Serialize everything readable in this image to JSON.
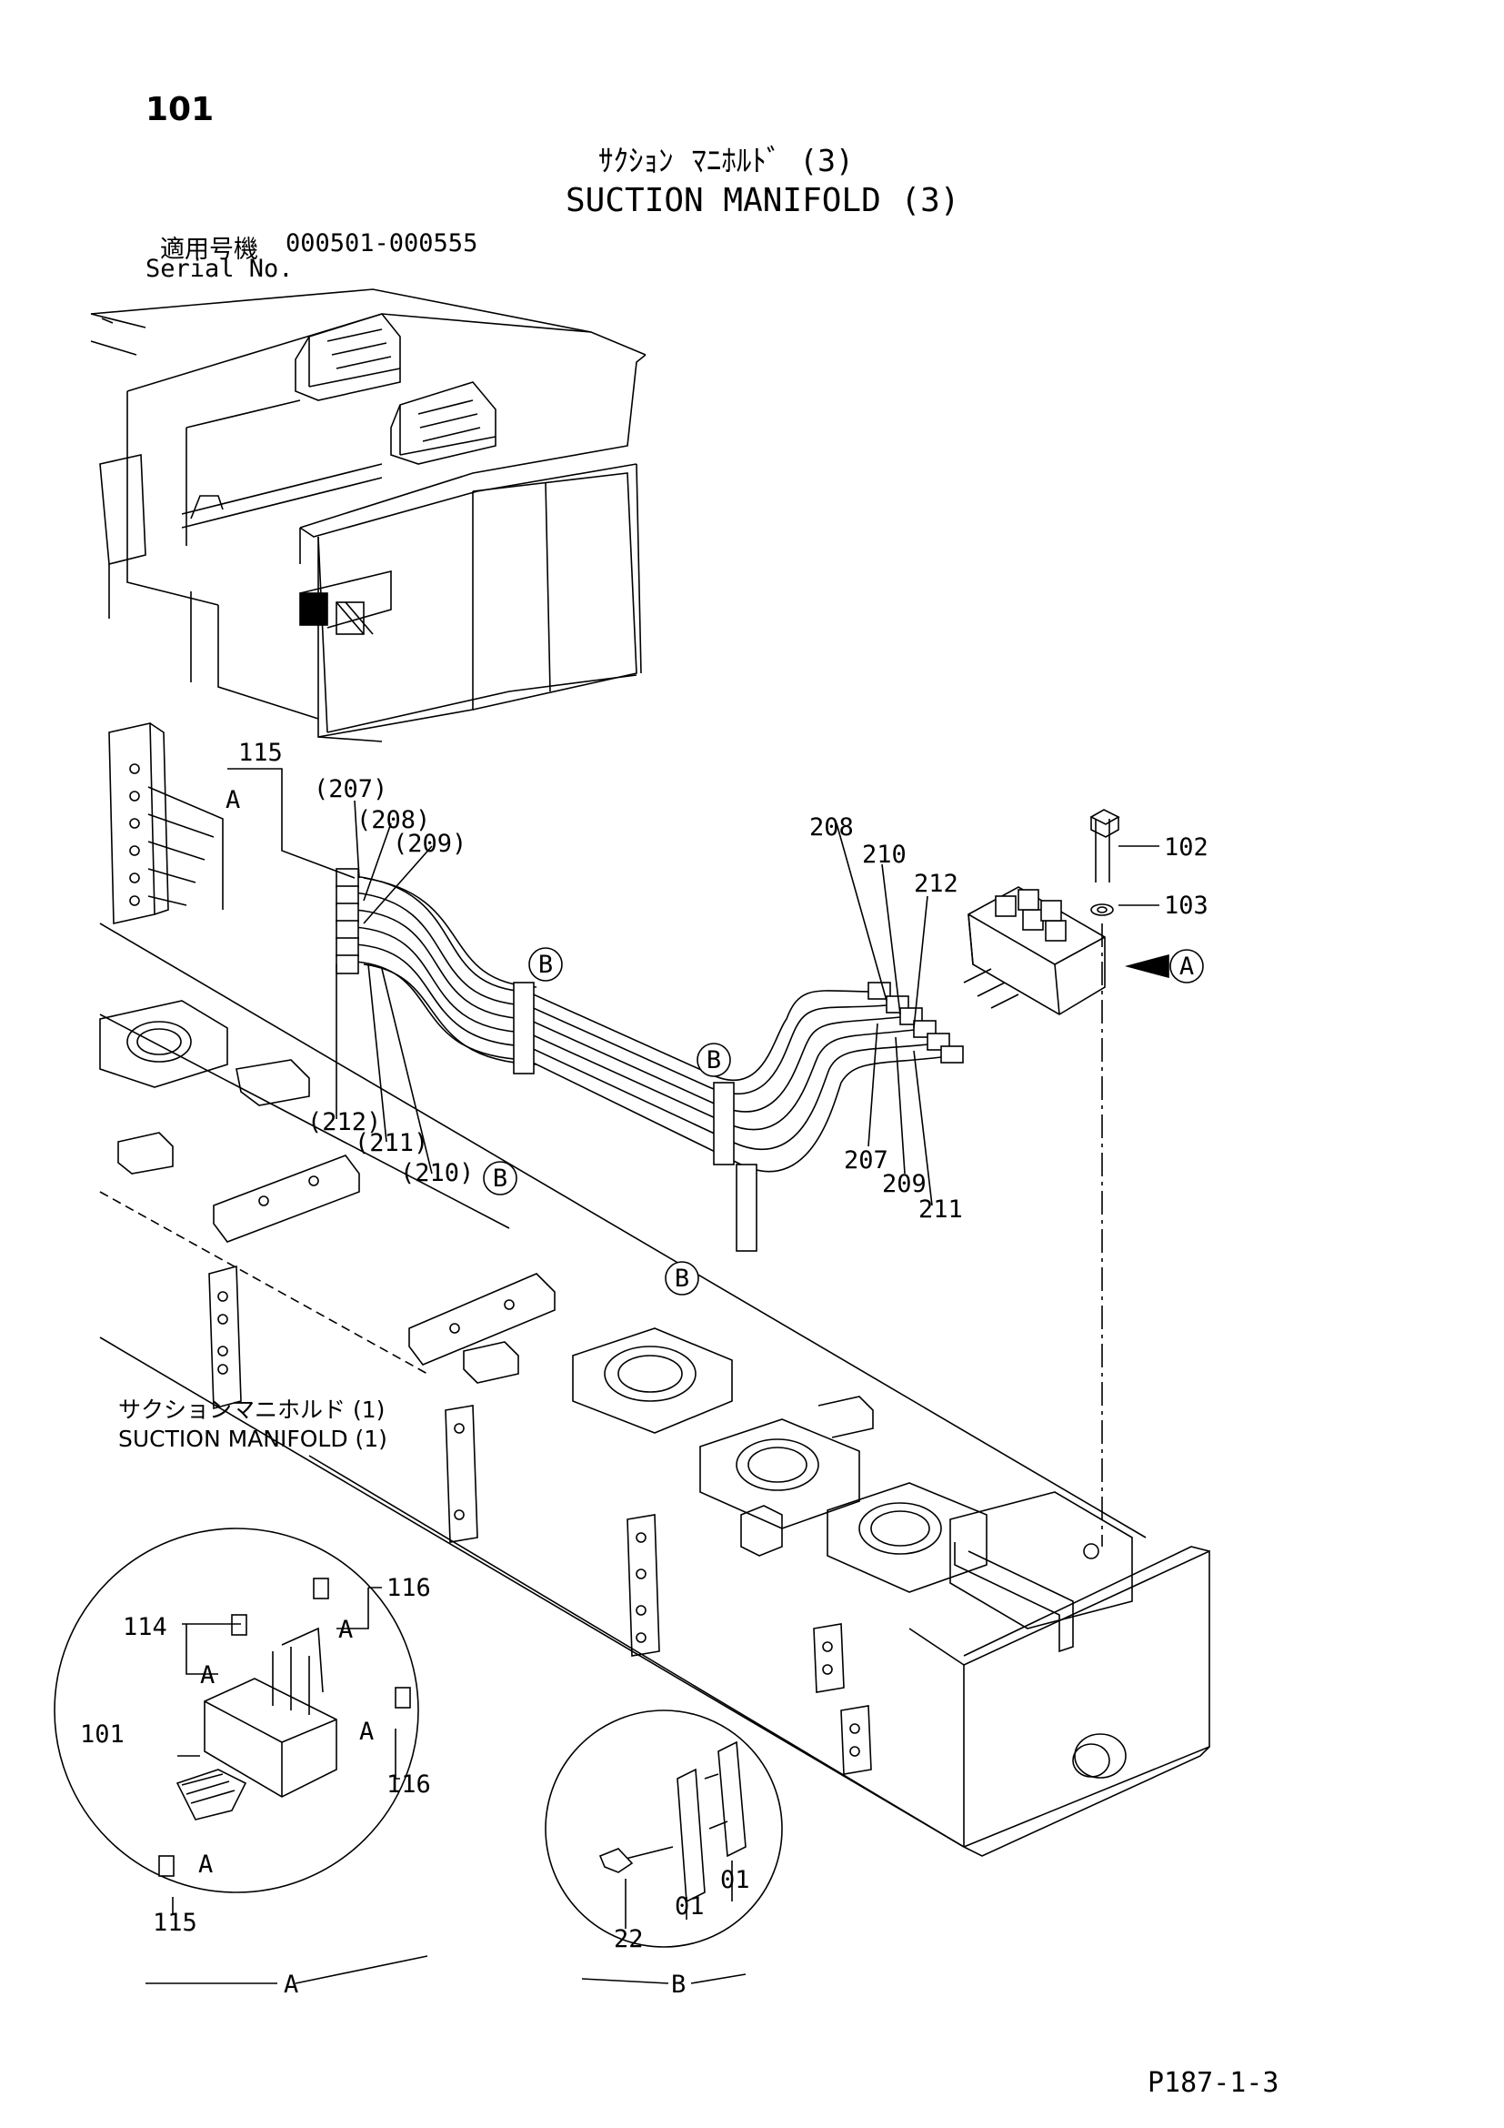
{
  "page": {
    "number": "101",
    "title_jp": "ｻｸｼｮﾝ ﾏﾆﾎﾙﾄﾞ (3)",
    "title_en": "SUCTION MANIFOLD (3)",
    "serial_label_jp": "適用号機",
    "serial_range": "000501-000555",
    "serial_label_en": "Serial No.",
    "ref_code": "P187-1-3"
  },
  "callouts": {
    "c115_top": "115",
    "c207p": "(207)",
    "c208p": "(208)",
    "c209p": "(209)",
    "c212p": "(212)",
    "c211p": "(211)",
    "c210p": "(210)",
    "c208": "208",
    "c210": "210",
    "c212": "212",
    "c207": "207",
    "c209": "209",
    "c211": "211",
    "c102": "102",
    "c103": "103",
    "letter_a": "A",
    "letter_b": "B",
    "c114": "114",
    "c116": "116",
    "c101": "101",
    "c115": "115",
    "c01": "01",
    "c22": "22"
  },
  "inset_labels": {
    "manifold1_jp": "サクションマニホルド (1)",
    "manifold1_en": "SUCTION MANIFOLD (1)",
    "detail_a": "A",
    "detail_b": "B"
  },
  "colors": {
    "ink": "#000000",
    "paper": "#ffffff"
  }
}
